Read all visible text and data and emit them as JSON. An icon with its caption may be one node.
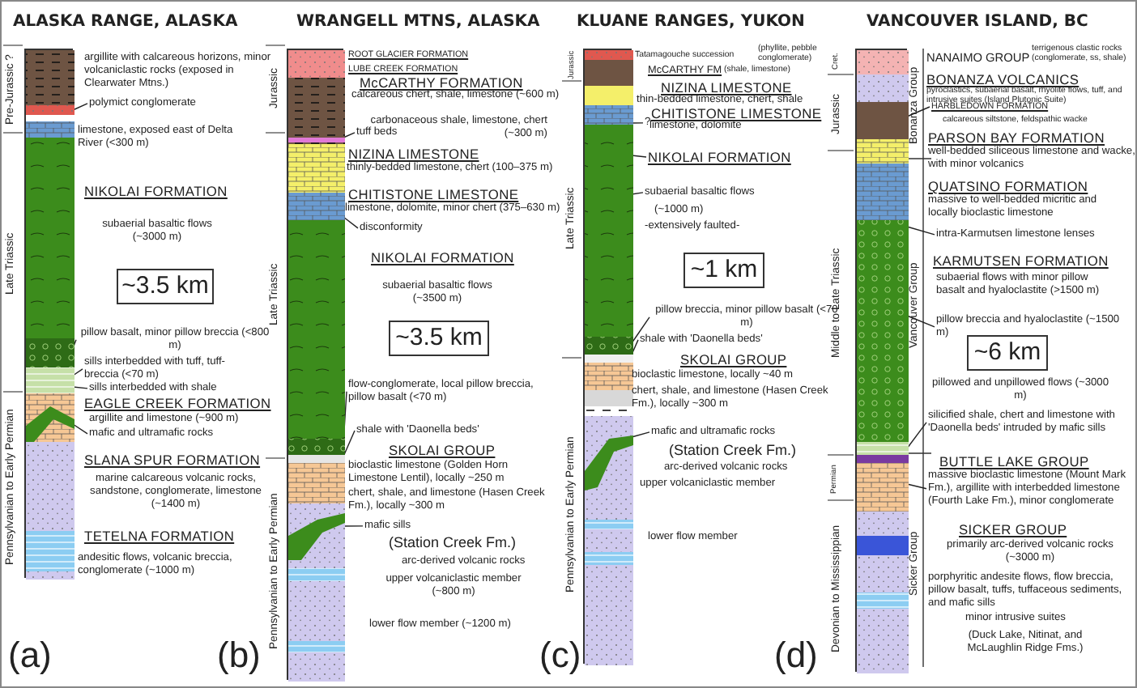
{
  "diagram": {
    "nodes": [
      {
        "text": [],
        "shape": "bar"
      },
      {
        "text": [
          "polymict conglomerate"
        ]
      },
      {
        "text": [
          "~3.5 km"
        ]
      },
      {
        "text": [
          "pillow basalt, minor pillow breccia (<800 m)"
        ]
      },
      {
        "text": [
          "sills interbedded with tuff, tuff-breccia (<70 m)"
        ]
      },
      {
        "text": [
          "sills interbedded with shale"
        ]
      },
      {
        "text": [
          "mafic and ultramafic rocks"
        ]
      },
      {
        "text": [],
        "shape": "bar"
      },
      {
        "text": [
          "tuff beds"
        ]
      },
      {
        "text": [
          "disconformity"
        ]
      },
      {
        "text": [
          "~3.5 km"
        ]
      },
      {
        "text": [
          "flow-conglomerate, local pillow breccia, pillow basalt (<70 m)"
        ]
      },
      {
        "text": [
          "shale with 'Daonella beds'"
        ]
      },
      {
        "text": [
          "mafic sills"
        ]
      },
      {
        "text": [],
        "shape": "bar"
      },
      {
        "text": [
          "?"
        ]
      },
      {
        "text": [
          "NIKOLAI FORMATION"
        ]
      },
      {
        "text": [
          "subaerial basaltic flows"
        ]
      },
      {
        "text": [
          "~1 km"
        ]
      },
      {
        "text": [
          "pillow breccia, minor pillow basalt (<70 m)"
        ]
      },
      {
        "text": [
          "shale with 'Daonella beds'"
        ]
      },
      {
        "text": [
          "mafic and ultramafic rocks"
        ]
      },
      {
        "text": [],
        "shape": "bar"
      },
      {
        "text": [
          "HARBLEDOWN FORMATION"
        ]
      },
      {
        "text": [
          "intra-Karmutsen limestone lenses"
        ]
      },
      {
        "text": [
          "pillow breccia and hyaloclastite (~1500 m)"
        ]
      },
      {
        "text": [
          "~6 km"
        ]
      },
      {
        "text": [
          "silicified shale, chert and limestone with 'Daonella beds' intruded by mafic sills"
        ]
      },
      {
        "text": [
          "massive bioclastic limestone (Mount Mark Fm.), argillite with interbedded limestone (Fourth Lake Fm.), minor conglomerate"
        ]
      }
    ],
    "edges": [
      {
        "from": 1,
        "to": 0,
        "arrow": "none"
      },
      {
        "from": 3,
        "to": 0,
        "arrow": "none"
      },
      {
        "from": 4,
        "to": 0,
        "arrow": "none"
      },
      {
        "from": 5,
        "to": 0,
        "arrow": "none"
      },
      {
        "from": 6,
        "to": 0,
        "arrow": "none"
      },
      {
        "from": 8,
        "to": 7,
        "arrow": "none"
      },
      {
        "from": 9,
        "to": 7,
        "arrow": "none"
      },
      {
        "from": 11,
        "to": 7,
        "arrow": "none"
      },
      {
        "from": 12,
        "to": 7,
        "arrow": "none"
      },
      {
        "from": 13,
        "to": 7,
        "arrow": "none"
      },
      {
        "from": 15,
        "to": 14,
        "arrow": "none"
      },
      {
        "from": 16,
        "to": 14,
        "arrow": "none"
      },
      {
        "from": 17,
        "to": 14,
        "arrow": "none"
      },
      {
        "from": 19,
        "to": 14,
        "arrow": "none"
      },
      {
        "from": 20,
        "to": 14,
        "arrow": "none"
      },
      {
        "from": 21,
        "to": 14,
        "arrow": "none"
      },
      {
        "from": 23,
        "to": 22,
        "arrow": "none"
      },
      {
        "from": 24,
        "to": 22,
        "arrow": "none"
      },
      {
        "from": 25,
        "to": 22,
        "arrow": "none"
      },
      {
        "from": 27,
        "to": 22,
        "arrow": "none"
      },
      {
        "from": 28,
        "to": 22,
        "arrow": "none"
      }
    ],
    "labels": [
      "ALASKA RANGE, ALASKA",
      "Pre-Jurassic ?",
      "Late Triassic",
      "Pennsylvanian to Early Permian",
      "argillite with calcareous horizons, minor volcaniclastic rocks (exposed in Clearwater Mtns.)",
      "limestone, exposed east of Delta River (<300 m)",
      "NIKOLAI FORMATION",
      "subaerial basaltic flows (~3000 m)",
      "EAGLE CREEK FORMATION",
      "argillite and limestone (~900 m)",
      "SLANA SPUR FORMATION",
      "marine calcareous volcanic rocks, sandstone, conglomerate, limestone (~1400 m)",
      "TETELNA FORMATION",
      "andesitic flows, volcanic breccia, conglomerate (~1000 m)",
      "(a)",
      "WRANGELL MTNS, ALASKA",
      "Jurassic",
      "Late Triassic",
      "Pennsylvanian to Early Permian",
      "ROOT GLACIER FORMATION",
      "LUBE CREEK FORMATION",
      "McCARTHY FORMATION",
      "calcareous chert, shale, limestone (~600 m)",
      "carbonaceous shale, limestone, chert (~300 m)",
      "NIZINA LIMESTONE",
      "thinly-bedded limestone, chert (100–375 m)",
      "CHITISTONE LIMESTONE",
      "limestone, dolomite, minor chert (375–630 m)",
      "NIKOLAI FORMATION",
      "subaerial basaltic flows (~3500 m)",
      "SKOLAI GROUP",
      "bioclastic limestone (Golden Horn Limestone Lentil), locally ~250 m",
      "chert, shale, and limestone (Hasen Creek Fm.), locally ~300 m",
      "(Station Creek Fm.)",
      "arc-derived volcanic rocks",
      "upper volcaniclastic member (~800 m)",
      "lower flow member (~1200 m)",
      "(b)",
      "KLUANE RANGES, YUKON",
      "Jurassic",
      "Late Triassic",
      "Pennsylvanian to Early Permian",
      "Tatamagouche succession",
      "(phyllite, pebble conglomerate)",
      "McCARTHY FM",
      "(shale, limestone)",
      "NIZINA LIMESTONE",
      "thin-bedded limestone, chert, shale",
      "CHITISTONE LIMESTONE",
      "limestone, dolomite",
      "(~1000 m)",
      "-extensively faulted-",
      "SKOLAI GROUP",
      "bioclastic limestone, locally ~40 m",
      "chert, shale, and limestone (Hasen Creek Fm.), locally ~300 m",
      "(Station Creek Fm.)",
      "arc-derived volcanic rocks",
      "upper volcaniclastic member",
      "lower flow member",
      "(c)",
      "VANCOUVER ISLAND, BC",
      "Cret.",
      "Jurassic",
      "Middle to Late Triassic",
      "Permian",
      "Devonian to Mississippian",
      "Bonanza Group",
      "Vancouver Group",
      "Sicker Group",
      "NANAIMO GROUP",
      "terrigenous clastic rocks (conglomerate, ss, shale)",
      "BONANZA VOLCANICS",
      "pyroclastics, subaerial basalt, rhyolite flows, tuff, and intrusive suites (Island Plutonic Suite)",
      "calcareous siltstone, feldspathic wacke",
      "PARSON BAY FORMATION",
      "well-bedded siliceous limestone and wacke, with minor volcanics",
      "QUATSINO FORMATION",
      "massive to well-bedded micritic and locally bioclastic limestone",
      "KARMUTSEN FORMATION",
      "subaerial flows with minor pillow basalt and hyaloclastite (>1500 m)",
      "pillowed and unpillowed flows (~3000 m)",
      "BUTTLE LAKE GROUP",
      "SICKER GROUP",
      "primarily arc-derived volcanic rocks (~3000 m)",
      "porphyritic andesite flows, flow breccia, pillow basalt, tuffs, tuffaceous sediments, and mafic sills",
      "minor intrusive suites",
      "(Duck Lake, Nitinat, and McLaughlin Ridge Fms.)",
      "(d)"
    ]
  }
}
